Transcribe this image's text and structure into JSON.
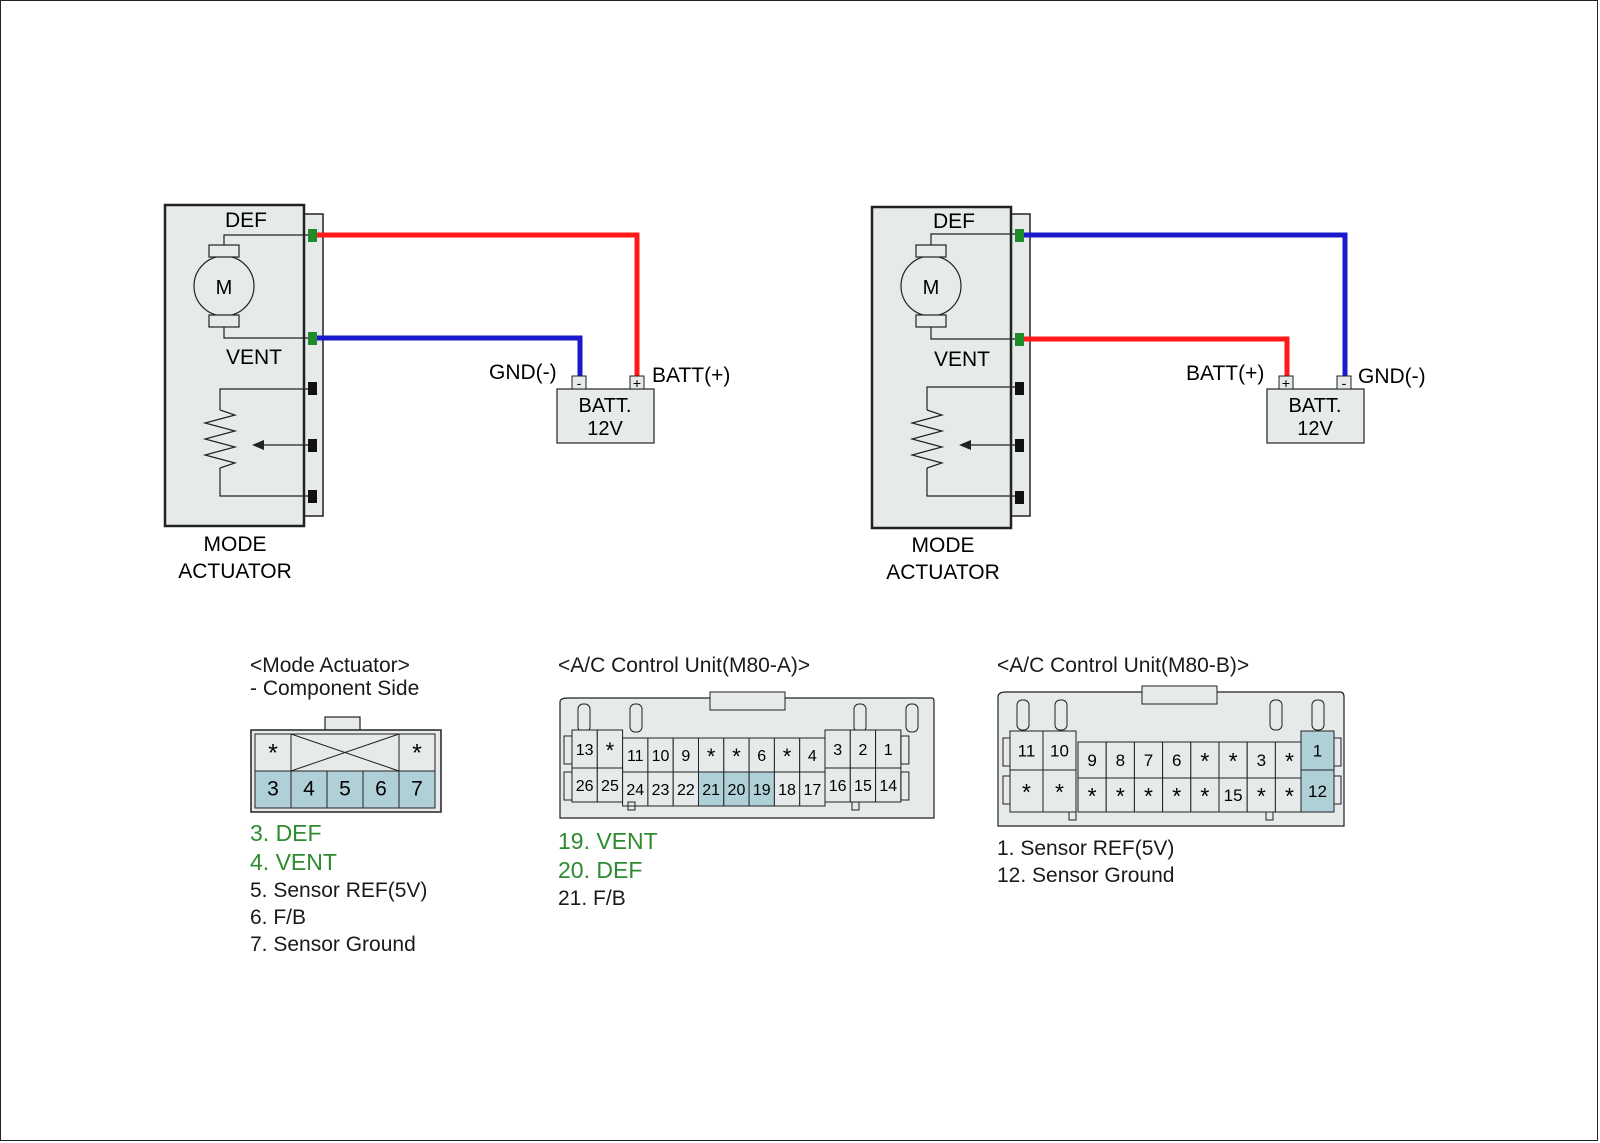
{
  "diagram_left": {
    "component_label_line1": "MODE",
    "component_label_line2": "ACTUATOR",
    "motor_symbol": "M",
    "terminal_def": "DEF",
    "terminal_vent": "VENT",
    "battery_line1": "BATT.",
    "battery_line2": "12V",
    "gnd_label": "GND(-)",
    "batt_label": "BATT(+)",
    "minus_sign": "-",
    "plus_sign": "+",
    "def_wire_color": "#ff1a1a",
    "vent_wire_color": "#1a1acc"
  },
  "diagram_right": {
    "component_label_line1": "MODE",
    "component_label_line2": "ACTUATOR",
    "motor_symbol": "M",
    "terminal_def": "DEF",
    "terminal_vent": "VENT",
    "battery_line1": "BATT.",
    "battery_line2": "12V",
    "gnd_label": "GND(-)",
    "batt_label": "BATT(+)",
    "minus_sign": "-",
    "plus_sign": "+",
    "def_wire_color": "#1a1acc",
    "vent_wire_color": "#ff1a1a"
  },
  "colors": {
    "body_fill": "#e6eaeb",
    "highlight_pin": "#b0d0d8",
    "terminal_green": "#1e8c2a",
    "label_green": "#2e8b2e"
  },
  "connector_mode": {
    "title": "<Mode Actuator>",
    "subtitle": "- Component Side",
    "top_row": [
      "*",
      "*"
    ],
    "bottom_row": [
      "3",
      "4",
      "5",
      "6",
      "7"
    ],
    "pins": [
      {
        "text": "3. DEF",
        "highlight": true
      },
      {
        "text": "4. VENT",
        "highlight": true
      },
      {
        "text": "5. Sensor REF(5V)",
        "highlight": false
      },
      {
        "text": "6. F/B",
        "highlight": false
      },
      {
        "text": "7. Sensor Ground",
        "highlight": false
      }
    ]
  },
  "connector_m80a": {
    "title": "<A/C Control Unit(M80-A)>",
    "top_row": [
      "13",
      "*",
      "11",
      "10",
      "9",
      "*",
      "*",
      "6",
      "*",
      "4",
      "3",
      "2",
      "1"
    ],
    "bottom_row": [
      "26",
      "25",
      "24",
      "23",
      "22",
      "21",
      "20",
      "19",
      "18",
      "17",
      "16",
      "15",
      "14"
    ],
    "pins": [
      {
        "text": "19. VENT",
        "highlight": true
      },
      {
        "text": "20. DEF",
        "highlight": true
      },
      {
        "text": "21. F/B",
        "highlight": false
      }
    ]
  },
  "connector_m80b": {
    "title": "<A/C Control Unit(M80-B)>",
    "top_row": [
      "11",
      "10",
      "9",
      "8",
      "7",
      "6",
      "*",
      "*",
      "3",
      "*",
      "1"
    ],
    "bottom_row": [
      "*",
      "*",
      "*",
      "*",
      "*",
      "*",
      "*",
      "15",
      "*",
      "*",
      "12"
    ],
    "pins": [
      {
        "text": "1. Sensor REF(5V)",
        "highlight": false
      },
      {
        "text": "12. Sensor Ground",
        "highlight": false
      }
    ]
  }
}
